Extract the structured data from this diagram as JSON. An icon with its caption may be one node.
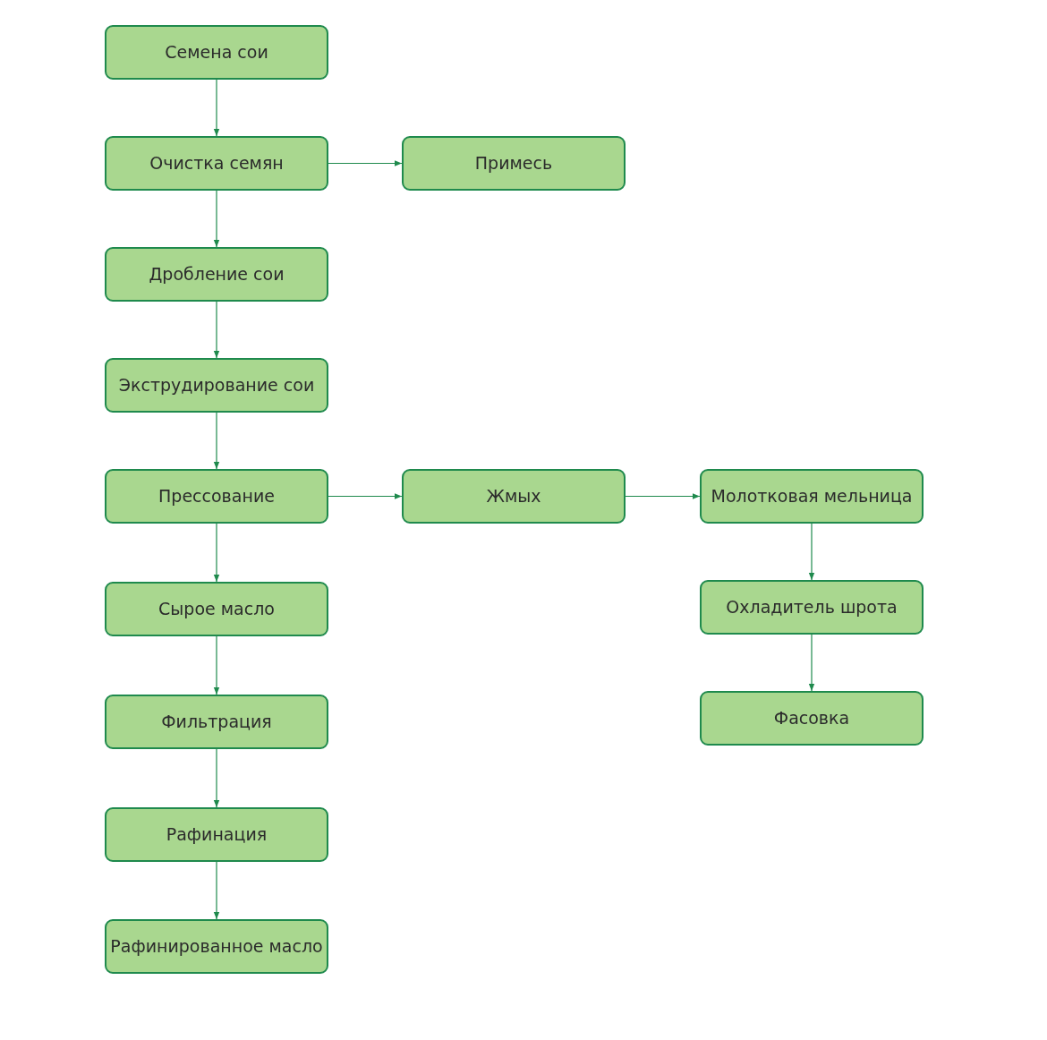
{
  "diagram": {
    "nodes": [
      {
        "text": [
          "Семена сои"
        ]
      },
      {
        "text": [
          "Очистка семян"
        ]
      },
      {
        "text": [
          "Примесь"
        ]
      },
      {
        "text": [
          "Дробление сои"
        ]
      },
      {
        "text": [
          "Экструдирование сои"
        ]
      },
      {
        "text": [
          "Прессование"
        ]
      },
      {
        "text": [
          "Жмых"
        ]
      },
      {
        "text": [
          "Молотковая мельница"
        ]
      },
      {
        "text": [
          "Сырое масло"
        ]
      },
      {
        "text": [
          "Охладитель шрота"
        ]
      },
      {
        "text": [
          "Фильтрация"
        ]
      },
      {
        "text": [
          "Фасовка"
        ]
      },
      {
        "text": [
          "Рафинация"
        ]
      },
      {
        "text": [
          "Рафинированное масло"
        ]
      }
    ],
    "edges": [
      {
        "from": 0,
        "to": 1,
        "arrow": "to"
      },
      {
        "from": 1,
        "to": 2,
        "arrow": "to"
      },
      {
        "from": 1,
        "to": 3,
        "arrow": "to"
      },
      {
        "from": 3,
        "to": 4,
        "arrow": "to"
      },
      {
        "from": 4,
        "to": 5,
        "arrow": "to"
      },
      {
        "from": 5,
        "to": 6,
        "arrow": "to"
      },
      {
        "from": 6,
        "to": 7,
        "arrow": "to"
      },
      {
        "from": 5,
        "to": 8,
        "arrow": "to"
      },
      {
        "from": 7,
        "to": 9,
        "arrow": "to"
      },
      {
        "from": 8,
        "to": 10,
        "arrow": "to"
      },
      {
        "from": 9,
        "to": 11,
        "arrow": "to"
      },
      {
        "from": 10,
        "to": 12,
        "arrow": "to"
      },
      {
        "from": 12,
        "to": 13,
        "arrow": "to"
      }
    ]
  }
}
